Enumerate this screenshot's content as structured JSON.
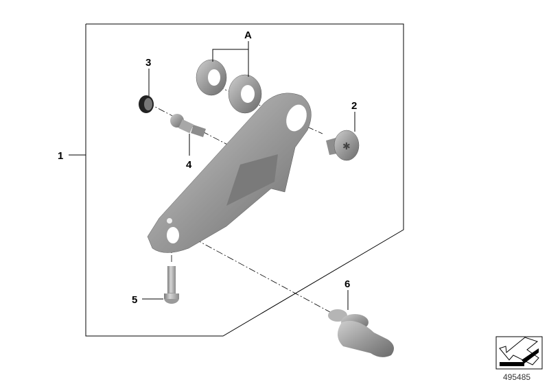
{
  "callouts": {
    "p1": "1",
    "p2": "2",
    "p3": "3",
    "p4": "4",
    "p5": "5",
    "p6": "6",
    "pA": "A"
  },
  "reference_number": "495485",
  "colors": {
    "part_gray": "#9a9a9a",
    "part_dark": "#6e6e6e",
    "part_light": "#c8c8c8",
    "line": "#000000"
  }
}
